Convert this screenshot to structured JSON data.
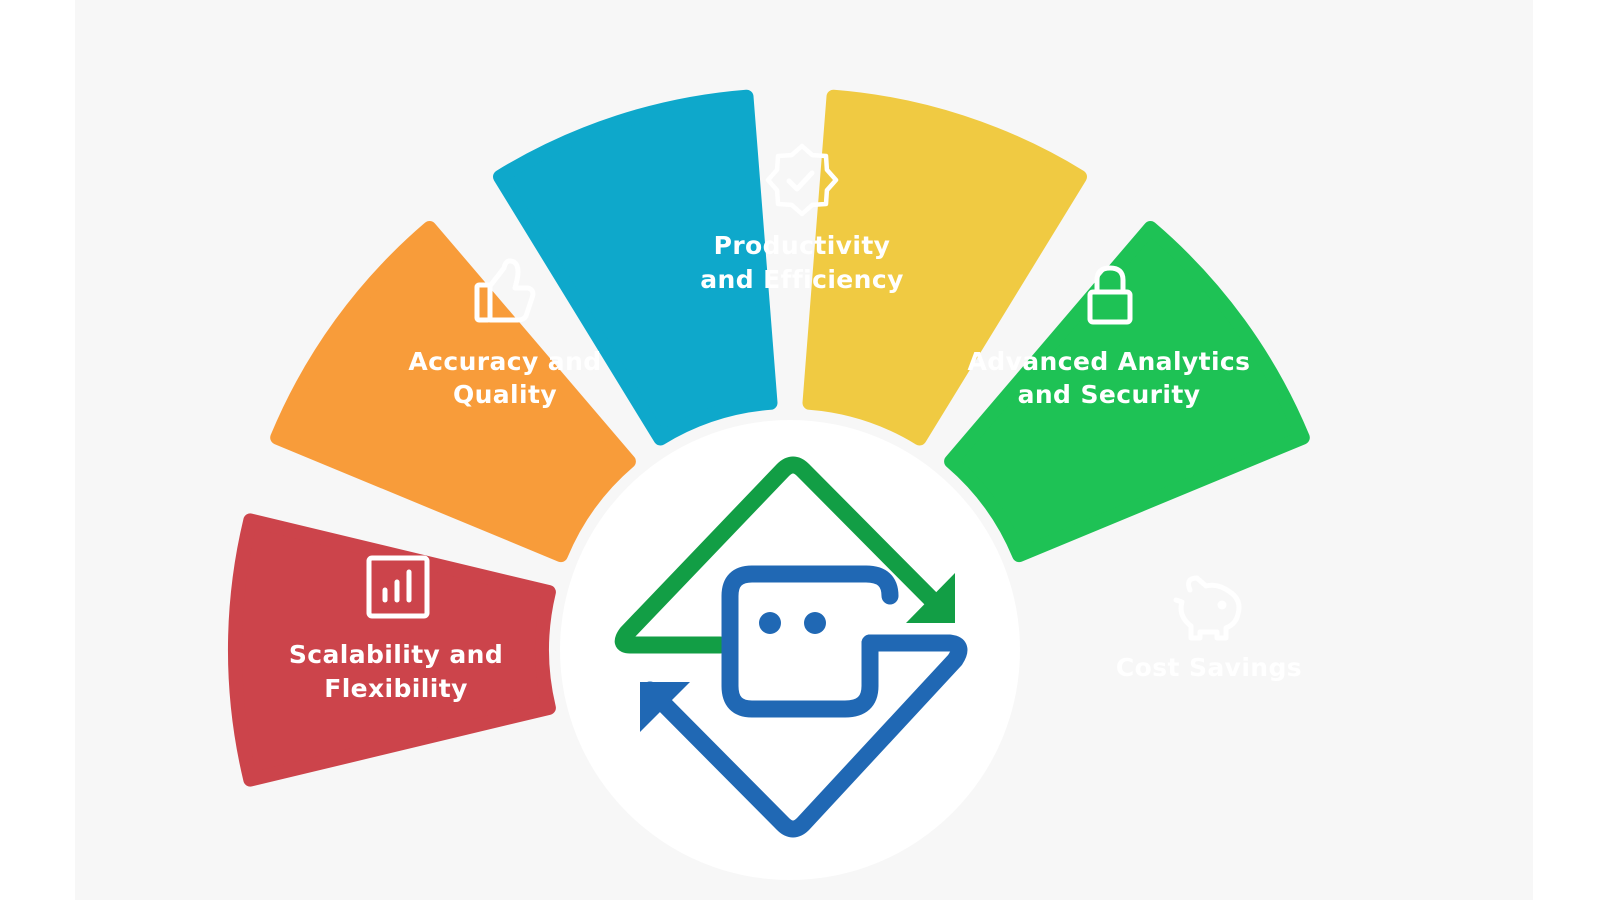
{
  "segments": [
    {
      "id": "scalability",
      "line1": "Scalability and",
      "line2": "Flexibility",
      "icon": "bar-chart-icon",
      "color": "#cc444b"
    },
    {
      "id": "accuracy",
      "line1": "Accuracy and",
      "line2": "Quality",
      "icon": "thumbs-up-icon",
      "color": "#f89c3a"
    },
    {
      "id": "productivity",
      "line1": "Productivity",
      "line2": "and Efficiency",
      "icon": "verified-badge-icon",
      "color": "#0ea8cb"
    },
    {
      "id": "analytics",
      "line1": "Advanced Analytics",
      "line2": "and Security",
      "icon": "lock-icon",
      "color": "#f0ca42"
    },
    {
      "id": "cost",
      "line1": "Cost Savings",
      "line2": "",
      "icon": "piggy-bank-icon",
      "color": "#1ec255"
    }
  ],
  "center_logo": {
    "icon": "robot-sync-logo-icon",
    "colors": {
      "green": "#129e45",
      "blue": "#2068b4"
    }
  },
  "background": {
    "panel": "#f7f7f7",
    "outer": "#ffffff"
  }
}
